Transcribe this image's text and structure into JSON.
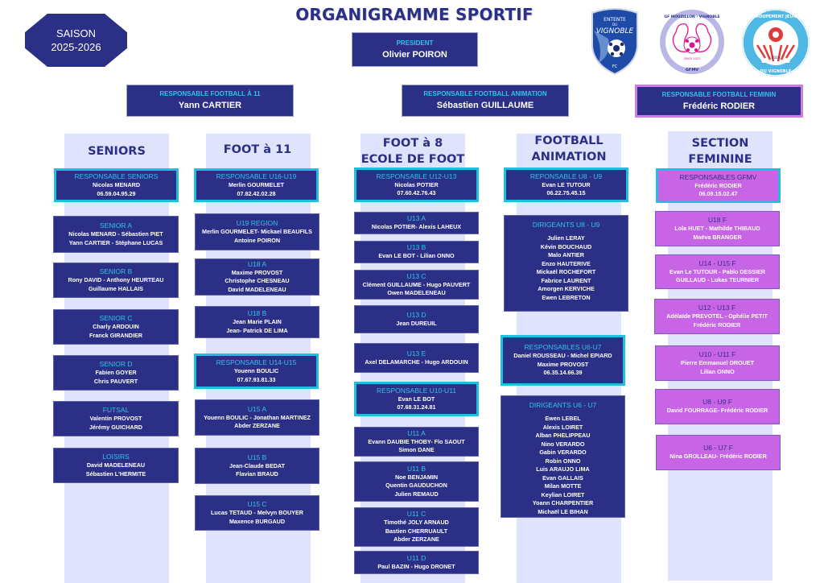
{
  "header": {
    "title": "ORGANIGRAMME SPORTIF",
    "season_label": "SAISON",
    "season_value": "2025-2026"
  },
  "president": {
    "role": "PRESIDENT",
    "name": "Olivier POIRON"
  },
  "leads": [
    {
      "role": "RESPONSABLE FOOTBALL À 11",
      "name": "Yann CARTIER"
    },
    {
      "role": "RESPONSABLE FOOTBALL ANIMATION",
      "name": "Sébastien GUILLAUME"
    },
    {
      "role": "RESPONSABLE FOOTBALL FEMININ",
      "name": "Frédéric RODIER"
    }
  ],
  "logos": [
    {
      "name": "entente-du-vignoble-fc",
      "text_top": "ENTENTE",
      "text_mid": "DU",
      "text_main": "VIGNOBLE",
      "text_bottom": "FC",
      "color": "#1f4ba8"
    },
    {
      "name": "gf-montaigu-vignoble",
      "text_top": "GF MOUZILLON - VIGNOBLE",
      "text_year": "SINCE 2023",
      "text_bottom": "GFMV",
      "color": "#e0148c"
    },
    {
      "name": "groupement-jeune-du-vignoble",
      "text_top": "GROUPEMENT JEUNE",
      "text_bottom": "DU VIGNOBLE",
      "text_year": "2024",
      "color": "#4fb8e4"
    }
  ],
  "colors": {
    "navy": "#2b3086",
    "cyan": "#2ec4e6",
    "column_bg": "#dfe3fb",
    "feminine": "#c864e6",
    "feminine_border": "#d07ce8"
  },
  "columns": [
    {
      "title_lines": [
        "SENIORS"
      ],
      "cards": [
        {
          "heading": "RESPONSABLE SENIORS",
          "lines": [
            "Nicolas MENARD",
            "06.59.04.95.29"
          ],
          "resp": true
        },
        {
          "heading": "SENIOR A",
          "lines": [
            "Nicolas MENARD - Sébastien PIET",
            "Yann CARTIER - Stéphane LUCAS"
          ]
        },
        {
          "heading": "SENIOR B",
          "lines": [
            "Rony DAVID - Anthony HEURTEAU",
            "Guillaume HALLAIS"
          ]
        },
        {
          "heading": "SENIOR C",
          "lines": [
            "Charly ARDOUIN",
            "Franck GIRANDIER"
          ]
        },
        {
          "heading": "SENIOR D",
          "lines": [
            "Fabien GOYER",
            "Chris PAUVERT"
          ]
        },
        {
          "heading": "FUTSAL",
          "lines": [
            "Valentin PROVOST",
            "Jérémy GUICHARD"
          ]
        },
        {
          "heading": "LOISIRS",
          "lines": [
            "David MADELENEAU",
            "Sébastien L'HERMITE"
          ]
        }
      ]
    },
    {
      "title_lines": [
        "FOOT à 11"
      ],
      "cards": [
        {
          "heading": "RESPONSABLE U16-U19",
          "lines": [
            "Merlin GOURMELET",
            "07.82.42.02.28"
          ],
          "resp": true
        },
        {
          "heading": "U19 REGION",
          "lines": [
            "Merlin GOURMELET- Mickael BEAUFILS",
            "Antoine POIRON"
          ]
        },
        {
          "heading": "U18 A",
          "lines": [
            "Maxime PROVOST",
            "Christophe CHESNEAU",
            "David MADELENEAU"
          ]
        },
        {
          "heading": "U18 B",
          "lines": [
            "Jean Marie PLAIN",
            "Jean- Patrick DE LIMA"
          ]
        },
        {
          "heading": "RESPONSABLE U14-U15",
          "lines": [
            "Youenn BOULIC",
            "07.67.93.81.33"
          ],
          "resp": true
        },
        {
          "heading": "U15 A",
          "lines": [
            "Youenn BOULIC - Jonathan MARTINEZ",
            "Abder ZERZANE"
          ]
        },
        {
          "heading": "U15 B",
          "lines": [
            "Jean-Claude BEDAT",
            "Flavian BRAUD"
          ]
        },
        {
          "heading": "U15 C",
          "lines": [
            "Lucas TETAUD - Melvyn BOUYER",
            "Maxence BURGAUD"
          ]
        }
      ]
    },
    {
      "title_lines": [
        "FOOT à 8",
        "ECOLE DE FOOT"
      ],
      "cards": [
        {
          "heading": "RESPONSABLE U12-U13",
          "lines": [
            "Nicolas POTIER",
            "07.60.42.76.43"
          ],
          "resp": true
        },
        {
          "heading": "U13 A",
          "lines": [
            "Nicolas POTIER- Alexis LAHEUX"
          ]
        },
        {
          "heading": "U13 B",
          "lines": [
            "Evan LE BOT - Lilian ONNO"
          ]
        },
        {
          "heading": "U13 C",
          "lines": [
            "Clément GUILLAUME - Hugo PAUVERT",
            "Owen MADELENEAU"
          ]
        },
        {
          "heading": "U13 D",
          "lines": [
            "Jean DUREUIL"
          ]
        },
        {
          "heading": "U13 E",
          "lines": [
            "Axel DELAMARCHE - Hugo ARDOUIN"
          ]
        },
        {
          "heading": "RESPONSABLE U10-U11",
          "lines": [
            "Evan LE BOT",
            "07.68.31.24.81"
          ],
          "resp": true
        },
        {
          "heading": "U11 A",
          "lines": [
            "Evann DAUBIE THOBY- Flo SAOUT",
            "Simon DANE"
          ]
        },
        {
          "heading": "U11 B",
          "lines": [
            "Noe BENJAMIN",
            "Quentin GAUDUCHON",
            "Julien REMAUD"
          ]
        },
        {
          "heading": "U11 C",
          "lines": [
            "Timothé JOLY ARNAUD",
            "Bastien CHERRUAULT",
            "Abder ZERZANE"
          ]
        },
        {
          "heading": "U11 D",
          "lines": [
            "Paul BAZIN - Hugo DRONET"
          ]
        }
      ]
    },
    {
      "title_lines": [
        "FOOTBALL",
        "ANIMATION"
      ],
      "cards": [
        {
          "heading": "REPONSABLE U8 - U9",
          "lines": [
            "Evan LE TUTOUR",
            "06.22.75.45.15"
          ],
          "resp": true
        },
        {
          "heading": "DIRIGEANTS U8 - U9",
          "lines": [
            "Julien LERAY",
            "Kévin BOUCHAUD",
            "Malo ANTIER",
            "Enzo HAUTERIVE",
            "Mickaël ROCHEFORT",
            "Fabrice LAURENT",
            "Amorgen KERVICHE",
            "Ewen LEBRETON"
          ]
        },
        {
          "heading": "RESPONSABLES U6-U7",
          "lines": [
            "Daniel ROUSSEAU - Michel EPIARD",
            "Maxime PROVOST",
            "06.35.14.66.39"
          ],
          "resp": true
        },
        {
          "heading": "DIRIGEANTS U6 - U7",
          "lines": [
            "Ewen LEBEL",
            "Alexis LOIRET",
            "Alban PHELIPPEAU",
            "Nino VERARDO",
            "Gabin VERARDO",
            "Robin ONNO",
            "Luis ARAUJO LIMA",
            "Evan GALLAIS",
            "Milan MOTTE",
            "Keylian LOIRET",
            "Yoann CHARPENTIER",
            "Michaël LE BIHAN"
          ]
        }
      ]
    },
    {
      "title_lines": [
        "SECTION",
        "FEMININE"
      ],
      "cards": [
        {
          "heading": "RESPONSABLES GFMV",
          "lines": [
            "Frédéric RODIER",
            "06.09.15.02.47"
          ],
          "resp": true
        },
        {
          "heading": "U18 F",
          "lines": [
            "Lola HUET - Mathilde THIBAUD",
            "Maëva BRANGER"
          ]
        },
        {
          "heading": "U14 - U15 F",
          "lines": [
            "Evan Le TUTOUR - Pablo DESSIER",
            "GUILLAUD - Lukas TEURNIER"
          ]
        },
        {
          "heading": "U12 - U13 F",
          "lines": [
            "Adélaïde PREVOTEL - Ophélie PETIT",
            "Frédéric RODIER"
          ]
        },
        {
          "heading": "U10 - U11 F",
          "lines": [
            "Pierre Emmanuel DROUET",
            "Lilian ONNO"
          ]
        },
        {
          "heading": "U8 - U9 F",
          "lines": [
            "David FOURRAGE- Frédéric RODIER"
          ]
        },
        {
          "heading": "U6 - U7 F",
          "lines": [
            "Nina GROLLEAU- Frédéric RODIER"
          ]
        }
      ]
    }
  ]
}
